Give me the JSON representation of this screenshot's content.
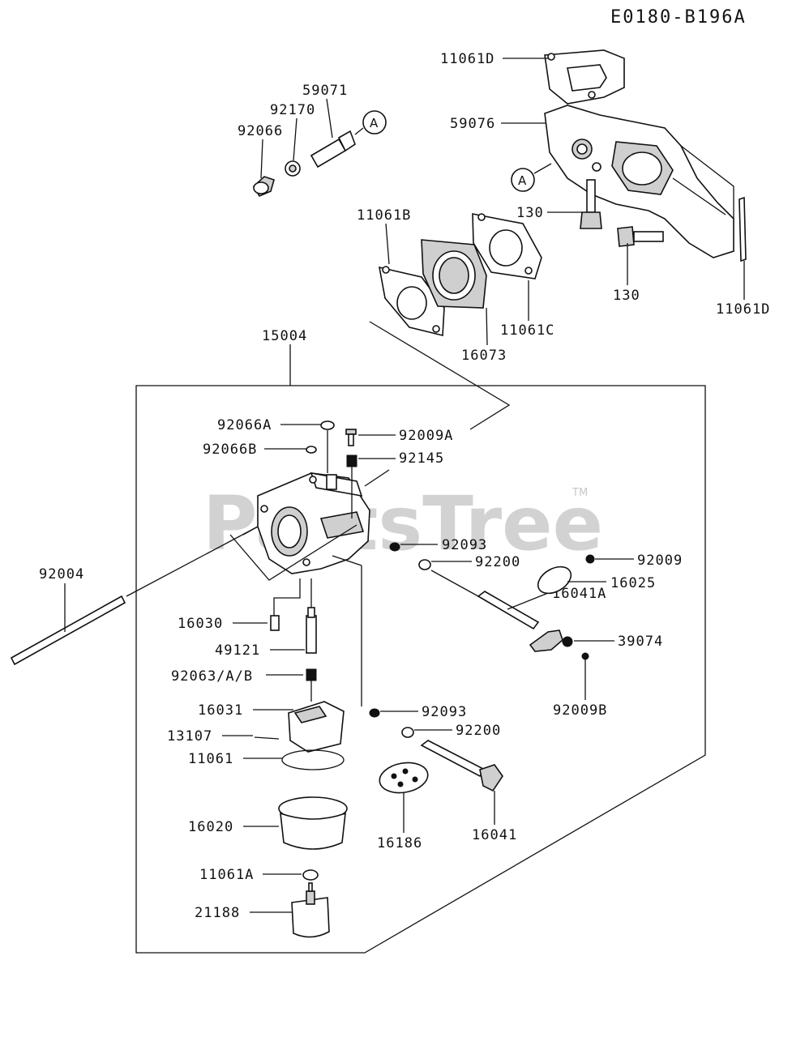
{
  "diagram_code": "E0180-B196A",
  "watermark": "PartsTree",
  "watermark_tm": "TM",
  "callout_marker": "A",
  "parts": {
    "p11061D_top": "11061D",
    "p59071": "59071",
    "p92170": "92170",
    "p92066": "92066",
    "p59076": "59076",
    "p130_a": "130",
    "p130_b": "130",
    "p11061D_right": "11061D",
    "p11061B": "11061B",
    "p11061C": "11061C",
    "p16073": "16073",
    "p15004": "15004",
    "p92066A": "92066A",
    "p92009A": "92009A",
    "p92066B": "92066B",
    "p92145": "92145",
    "p92093_a": "92093",
    "p92200_a": "92200",
    "p92009": "92009",
    "p16025": "16025",
    "p16041A": "16041A",
    "p39074": "39074",
    "p92009B": "92009B",
    "p92004": "92004",
    "p16030": "16030",
    "p49121": "49121",
    "p92063": "92063/A/B",
    "p16031": "16031",
    "p13107": "13107",
    "p11061": "11061",
    "p92093_b": "92093",
    "p92200_b": "92200",
    "p16020": "16020",
    "p16186": "16186",
    "p16041": "16041",
    "p11061A": "11061A",
    "p21188": "21188"
  }
}
